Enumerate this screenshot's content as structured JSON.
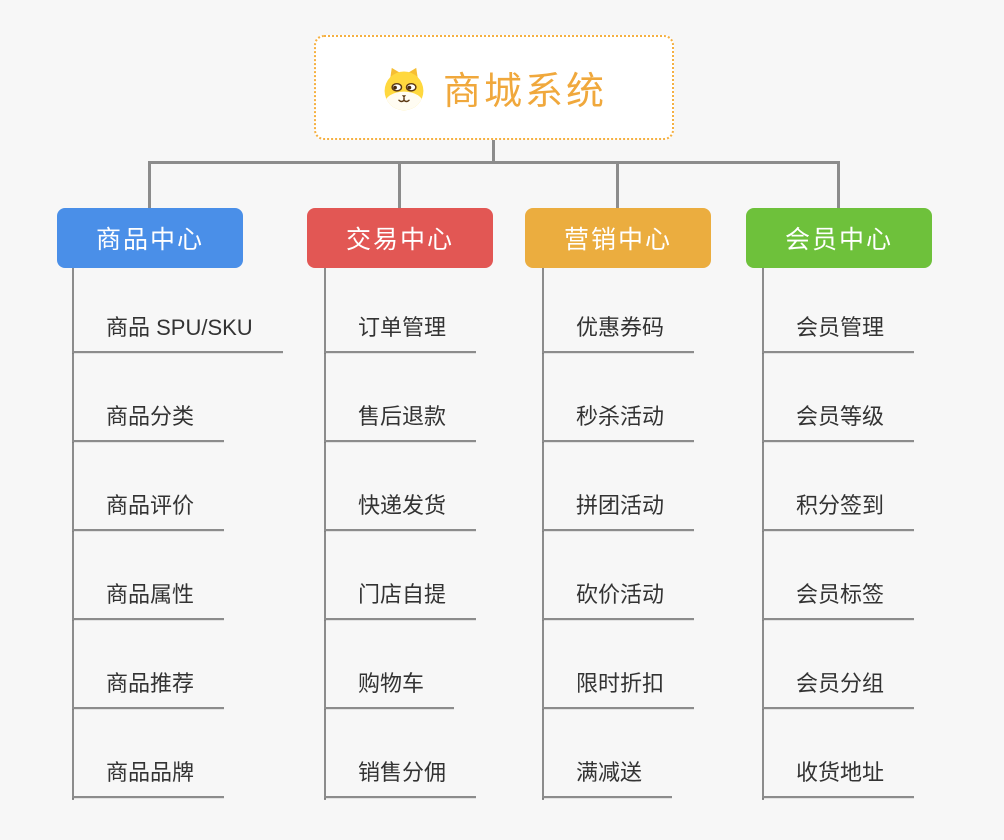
{
  "colors": {
    "background": "#F7F7F7",
    "connector": "#8C8C8C",
    "underline": "#8C8C8C",
    "root_border": "#F5B041",
    "root_text": "#F0A83C",
    "item_text": "#333333"
  },
  "root": {
    "title": "商城系统",
    "icon": "shiba-dog-icon"
  },
  "branches": [
    {
      "label": "商品中心",
      "color": "#4A8FE8",
      "items": [
        "商品 SPU/SKU",
        "商品分类",
        "商品评价",
        "商品属性",
        "商品推荐",
        "商品品牌"
      ]
    },
    {
      "label": "交易中心",
      "color": "#E25754",
      "items": [
        "订单管理",
        "售后退款",
        "快递发货",
        "门店自提",
        "购物车",
        "销售分佣"
      ]
    },
    {
      "label": "营销中心",
      "color": "#EBAD3F",
      "items": [
        "优惠券码",
        "秒杀活动",
        "拼团活动",
        "砍价活动",
        "限时折扣",
        "满减送"
      ]
    },
    {
      "label": "会员中心",
      "color": "#6EC13B",
      "items": [
        "会员管理",
        "会员等级",
        "积分签到",
        "会员标签",
        "会员分组",
        "收货地址"
      ]
    }
  ]
}
